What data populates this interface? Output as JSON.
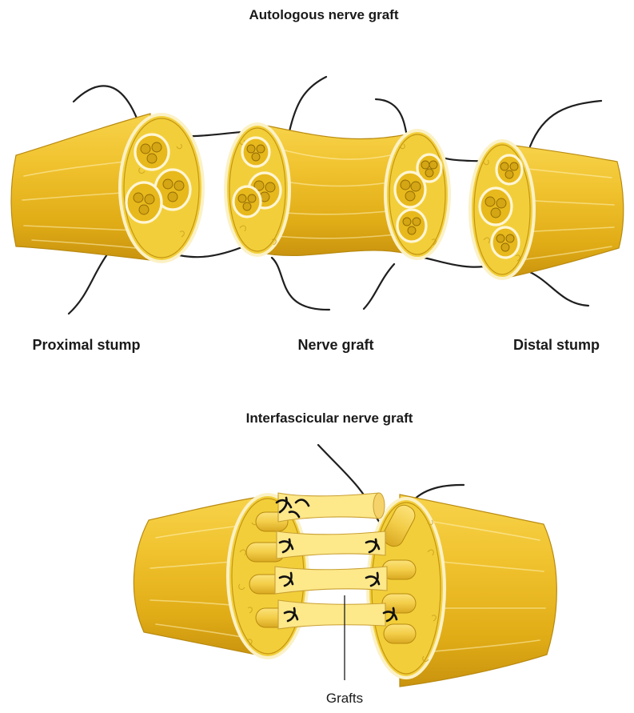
{
  "top_panel": {
    "title": "Autologous nerve graft",
    "labels": {
      "proximal": "Proximal stump",
      "graft": "Nerve graft",
      "distal": "Distal stump"
    }
  },
  "bottom_panel": {
    "title": "Interfascicular nerve graft",
    "callout": "Grafts"
  },
  "colors": {
    "nerve": "#f0c22e",
    "nerve_shadow": "#c9930e",
    "fascicle": "#e8b91c",
    "graft": "#fde88a",
    "suture": "#1f1f1f"
  }
}
